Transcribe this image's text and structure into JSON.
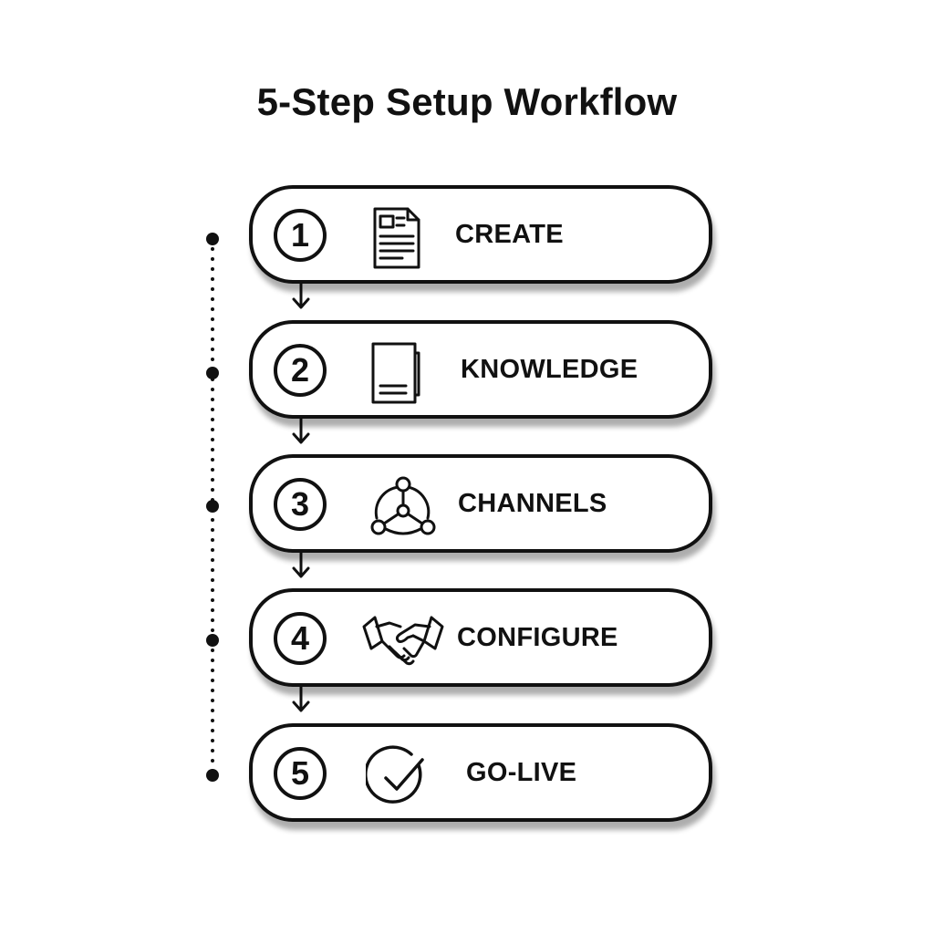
{
  "title": "5-Step Setup Workflow",
  "steps": [
    {
      "number": "1",
      "label": "CREATE",
      "icon": "document-icon"
    },
    {
      "number": "2",
      "label": "KNOWLEDGE",
      "icon": "documents-icon"
    },
    {
      "number": "3",
      "label": "CHANNELS",
      "icon": "network-icon"
    },
    {
      "number": "4",
      "label": "CONFIGURE",
      "icon": "handshake-icon"
    },
    {
      "number": "5",
      "label": "GO-LIVE",
      "icon": "check-circle-icon"
    }
  ],
  "colors": {
    "ink": "#111111",
    "background": "#ffffff"
  }
}
